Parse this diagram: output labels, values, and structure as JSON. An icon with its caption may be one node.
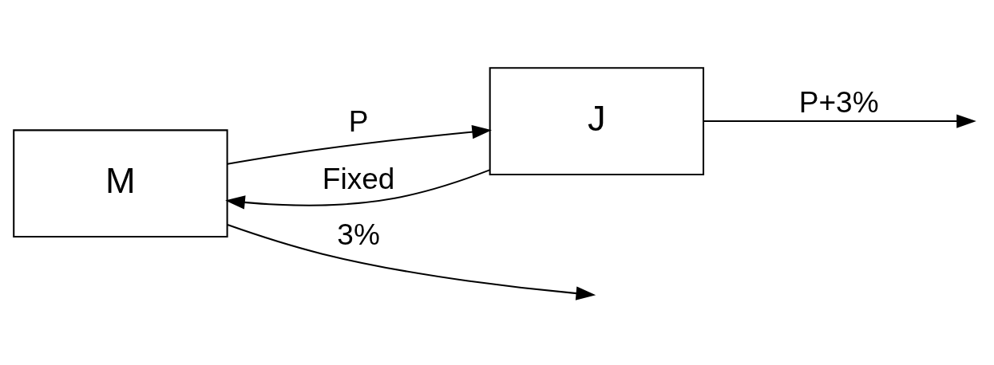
{
  "diagram": {
    "nodes": [
      {
        "text": [
          "M"
        ]
      },
      {
        "text": [
          "J"
        ]
      }
    ],
    "edges": [
      {
        "from": 0,
        "to": null,
        "arrow": "to",
        "label": "3%"
      },
      {
        "from": 0,
        "to": 1,
        "arrow": "to",
        "label": "P"
      },
      {
        "from": 1,
        "to": null,
        "arrow": "to",
        "label": "P+3%"
      },
      {
        "from": 1,
        "to": 0,
        "arrow": "to",
        "label": "Fixed"
      }
    ]
  }
}
